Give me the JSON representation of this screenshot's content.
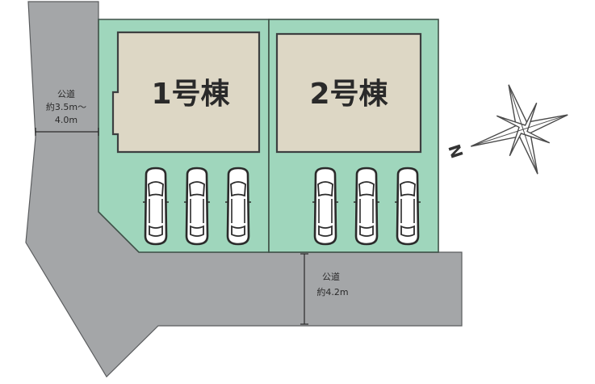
{
  "site_plan": {
    "buildings": [
      {
        "id": "building-1",
        "label": "1号棟"
      },
      {
        "id": "building-2",
        "label": "2号棟"
      }
    ],
    "roads": {
      "west": {
        "type": "公道",
        "width": "約3.5m～4.0m",
        "line1": "約3.5m～",
        "line2": "4.0m"
      },
      "south": {
        "type": "公道",
        "width": "約4.2m"
      }
    },
    "parking": {
      "lot1_spaces": 3,
      "lot2_spaces": 3
    },
    "compass": {
      "letter": "N"
    },
    "colors": {
      "lot": "#9fd6bc",
      "house": "#ddd7c5",
      "road": "#a4a6a8"
    }
  }
}
